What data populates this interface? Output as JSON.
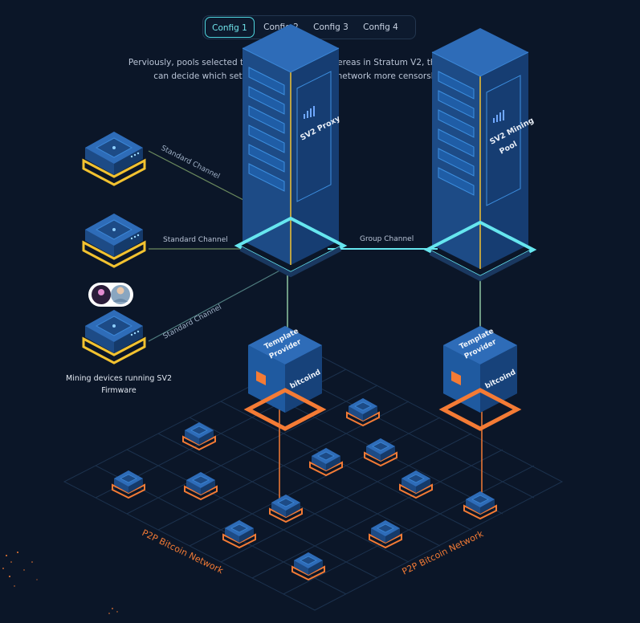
{
  "tabs": [
    {
      "label": "Config 1",
      "active": true
    },
    {
      "label": "Config 2",
      "active": false
    },
    {
      "label": "Config 3",
      "active": false
    },
    {
      "label": "Config 4",
      "active": false
    }
  ],
  "description": {
    "line1": "Perviously, pools selected the transaction set, whereas in Stratum V2, the individual miner",
    "line2": "can decide which set to select, making the network more censorship-resistant."
  },
  "diagram": {
    "channel_1": "Standard Channel",
    "channel_2": "Standard Channel",
    "channel_3": "Standard Channel",
    "group_channel": "Group Channel",
    "proxy_label": "SV2 Proxy",
    "pool_label_1": "SV2 Mining",
    "pool_label_2": "Pool",
    "template_provider_1": "Template",
    "template_provider_2": "Provider",
    "bitcoind_1": "bitcoind",
    "bitcoind_2": "bitcoind",
    "devices_caption_1": "Mining devices running SV2",
    "devices_caption_2": "Firmware",
    "p2p_left": "P2P Bitcoin Network",
    "p2p_right": "P2P Bitcoin Network"
  },
  "colors": {
    "background": "#0b1628",
    "accent_cyan": "#4fd6df",
    "accent_yellow": "#f2c230",
    "accent_orange": "#f47b35",
    "server_blue": "#1d4b86"
  }
}
